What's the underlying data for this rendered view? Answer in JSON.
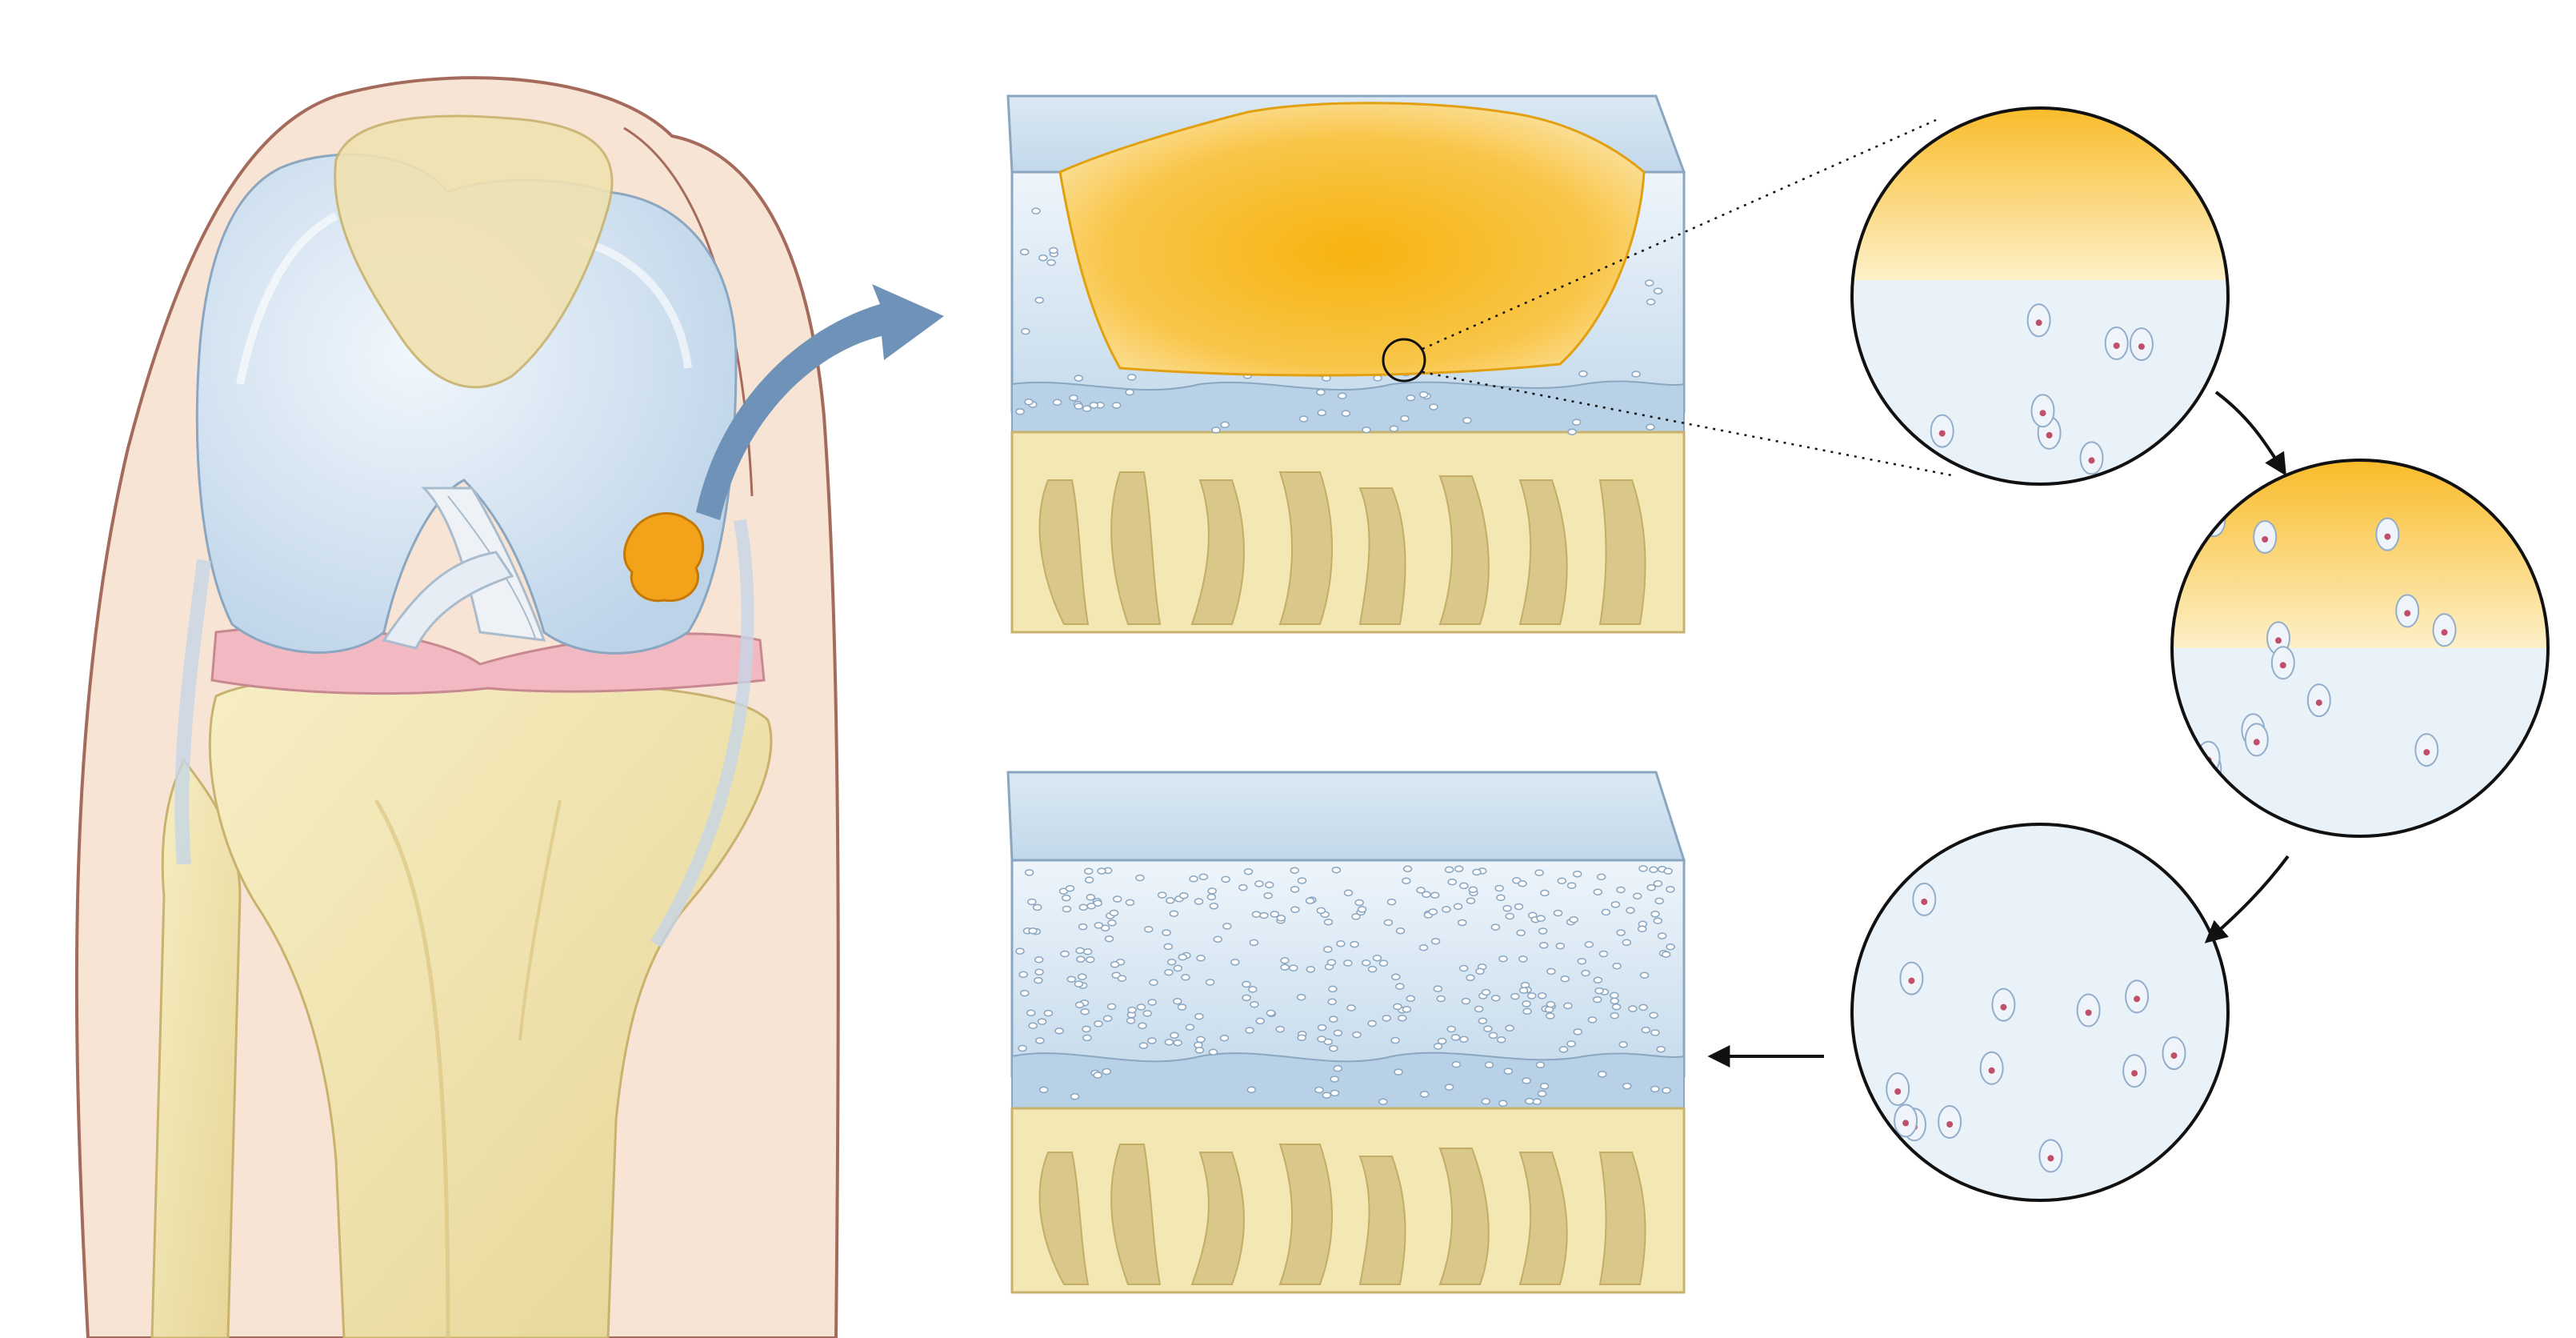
{
  "diagram": {
    "panels": [
      {
        "id": "knee",
        "kind": "knee-anatomy-illustration"
      },
      {
        "id": "cartilage-defect",
        "kind": "cartilage-cross-section-with-graft"
      },
      {
        "id": "cartilage-repaired",
        "kind": "cartilage-cross-section-repaired"
      },
      {
        "id": "zoom-1",
        "kind": "magnified-circle-graft-and-cartilage"
      },
      {
        "id": "zoom-2",
        "kind": "magnified-circle-cells-migrating"
      },
      {
        "id": "zoom-3",
        "kind": "magnified-circle-integrated-matrix"
      }
    ],
    "flow": [
      "knee",
      "cartilage-defect",
      "zoom-1",
      "zoom-2",
      "zoom-3",
      "cartilage-repaired"
    ],
    "colors": {
      "skin": "#f8e4d4",
      "skin_outline": "#a46b5c",
      "bone": "#f3e8b4",
      "bone_shadow": "#d8c27a",
      "cartilage": "#cfe1ef",
      "cartilage_outline": "#8aa6c0",
      "graft": "#f8b418",
      "graft_light": "#fbd77a",
      "meniscus": "#f2b9c2",
      "fibers_blue": "#93aecb",
      "cell_nucleus": "#c0506a",
      "arrow_blue": "#6f93b8",
      "arrow_black": "#111111"
    }
  }
}
